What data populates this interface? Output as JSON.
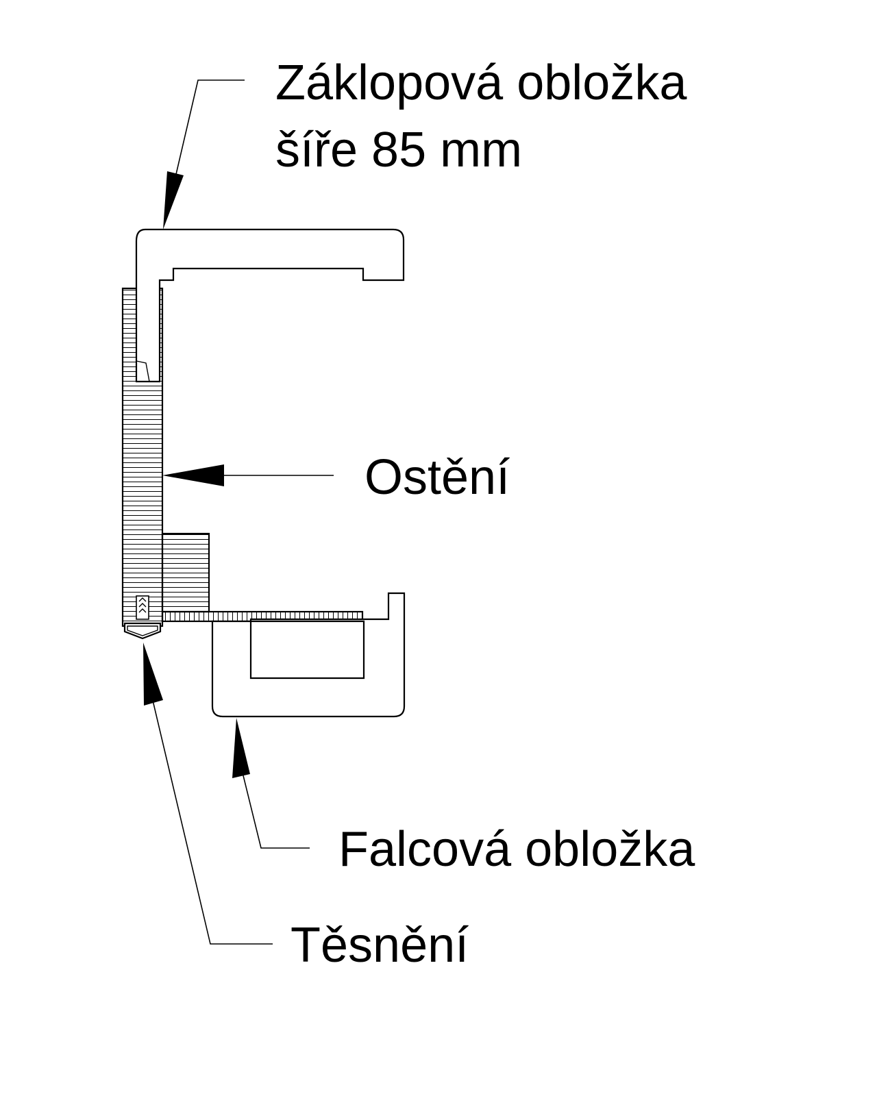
{
  "labels": {
    "zaklopova_line1": "Záklopová obložka",
    "zaklopova_line2": "šíře 85 mm",
    "osteni": "Ostění",
    "falcova": "Falcová obložka",
    "tesneni": "Těsnění"
  },
  "colors": {
    "ink": "#000000",
    "paper": "#ffffff"
  }
}
